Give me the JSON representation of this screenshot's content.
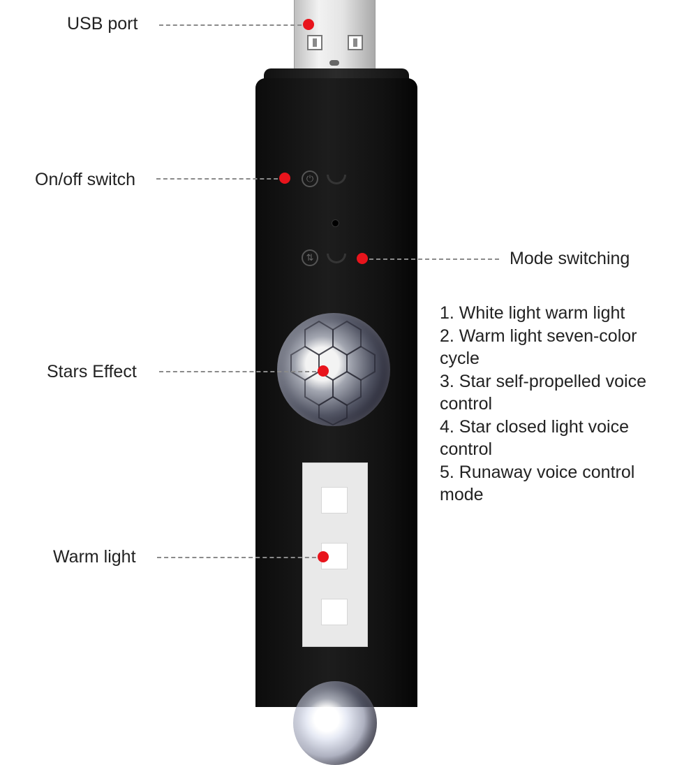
{
  "callouts": {
    "usb_port": "USB port",
    "on_off_switch": "On/off switch",
    "mode_switching": "Mode switching",
    "stars_effect": "Stars Effect",
    "warm_light": "Warm light"
  },
  "modes": [
    "1. White light warm light",
    "2. Warm light seven-color cycle",
    "3. Star self-propelled voice control",
    "4. Star closed light voice control",
    "5. Runaway voice control mode"
  ],
  "colors": {
    "marker": "#e8141c",
    "device_body": "#111111",
    "usb_metal": "#d9d9d9",
    "leader_line": "#8a8a8a"
  },
  "icons": {
    "power_button": "power-icon",
    "mode_button": "mode-swap-icon"
  }
}
